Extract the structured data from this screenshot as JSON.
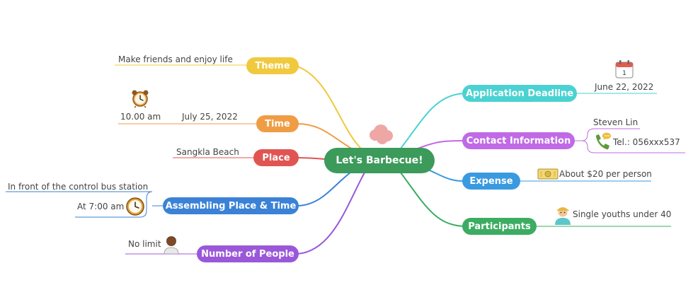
{
  "central": {
    "label": "Let's Barbecue!"
  },
  "left": {
    "theme": {
      "label": "Theme",
      "color": "#f0c93f",
      "detail": "Make friends and enjoy life"
    },
    "time": {
      "label": "Time",
      "color": "#ef9d45",
      "time_value": "10.00 am",
      "date": "July 25, 2022",
      "icon": "alarm-clock-icon"
    },
    "place": {
      "label": "Place",
      "color": "#e05552",
      "detail": "Sangkla Beach"
    },
    "assembling": {
      "label": "Assembling Place & Time",
      "color": "#3b82d6",
      "location": "In front of the control bus station",
      "time_value": "At 7:00 am",
      "icon": "clock-icon"
    },
    "people": {
      "label": "Number of People",
      "color": "#9a58d8",
      "detail": "No limit",
      "icon": "person-icon"
    }
  },
  "right": {
    "deadline": {
      "label": "Application Deadline",
      "color": "#4ad2d2",
      "date": "June 22, 2022",
      "icon": "calendar-icon"
    },
    "contact": {
      "label": "Contact Information",
      "color": "#c06ae6",
      "name": "Steven Lin",
      "phone": "Tel.: 056xxx537",
      "icon": "phone-icon"
    },
    "expense": {
      "label": "Expense",
      "color": "#3a9ae0",
      "detail": "About $20 per person",
      "icon": "money-icon"
    },
    "participants": {
      "label": "Participants",
      "color": "#3cac62",
      "detail": "Single youths under 40",
      "icon": "person-cap-icon"
    }
  }
}
